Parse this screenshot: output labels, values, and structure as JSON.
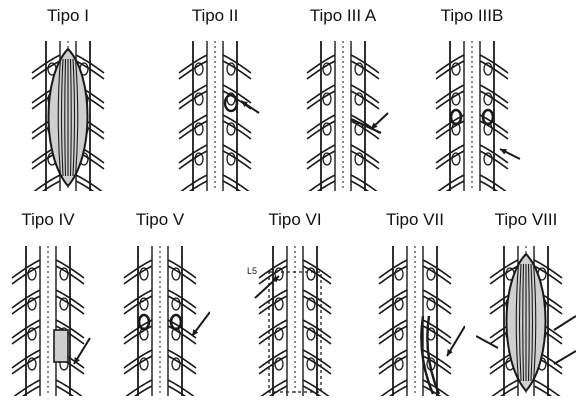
{
  "colors": {
    "ink": "#1a1a1a",
    "paper": "#ffffff",
    "shade": "#cfcfcf"
  },
  "panels": [
    {
      "title": "Tipo I",
      "variant": "I",
      "label": ""
    },
    {
      "title": "Tipo II",
      "variant": "II",
      "label": ""
    },
    {
      "title": "Tipo III A",
      "variant": "IIIA",
      "label": ""
    },
    {
      "title": "Tipo IIIB",
      "variant": "IIIB",
      "label": ""
    },
    {
      "title": "Tipo IV",
      "variant": "IV",
      "label": ""
    },
    {
      "title": "Tipo V",
      "variant": "V",
      "label": ""
    },
    {
      "title": "Tipo VI",
      "variant": "VI",
      "label": "L5"
    },
    {
      "title": "Tipo VII",
      "variant": "VII",
      "label": ""
    },
    {
      "title": "Tipo VIII",
      "variant": "VIII",
      "label": ""
    }
  ]
}
